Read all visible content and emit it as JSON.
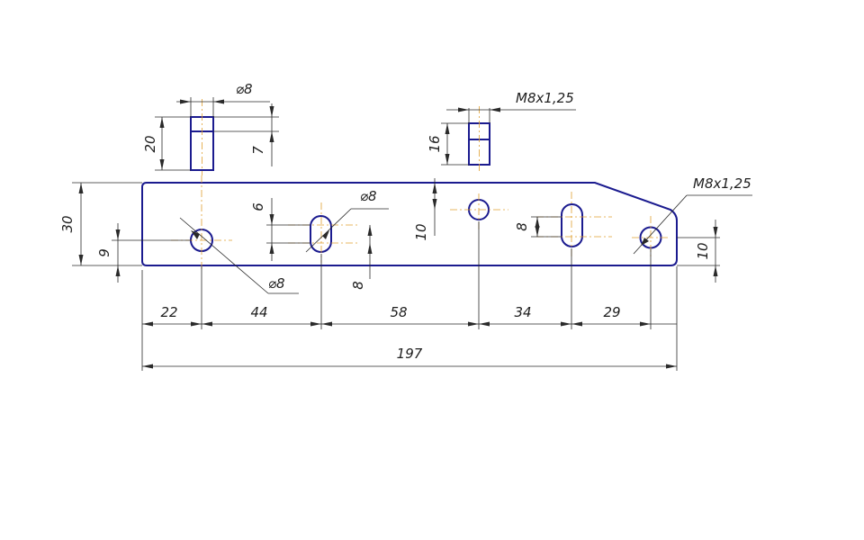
{
  "drawing": {
    "overall_length": "197",
    "height": "30",
    "hole1_height": "9",
    "right_hole_height": "10",
    "offsets": {
      "o1": "22",
      "o2": "44",
      "o3": "58",
      "o4": "34",
      "o5": "29"
    },
    "slot1": {
      "width": "6",
      "diameter": "⌀8",
      "height": "8"
    },
    "center_hole_height": "10",
    "slot2_length": "8",
    "hole1_diameter": "⌀8",
    "top_right_thread": "M8x1,25",
    "detail_left": {
      "diameter": "⌀8",
      "length": "20",
      "depth": "7"
    },
    "detail_right": {
      "thread": "M8x1,25",
      "length": "16"
    }
  }
}
